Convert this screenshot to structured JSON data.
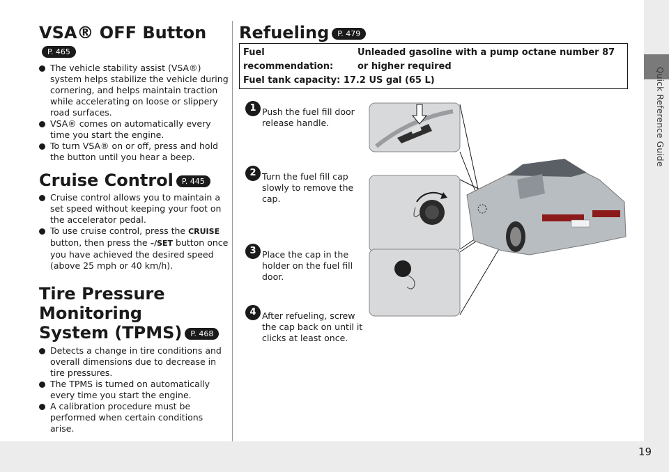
{
  "side_label": "Quick Reference Guide",
  "page_number": "19",
  "sections": {
    "vsa": {
      "title": "VSA® OFF Button",
      "page_ref": "P. 465",
      "bullets": [
        "The vehicle stability assist (VSA®) system helps stabilize the vehicle during cornering, and helps maintain traction while accelerating on loose or slippery road surfaces.",
        "VSA® comes on automatically every time you start the engine.",
        "To turn VSA® on or off, press and hold the button until you hear a beep."
      ]
    },
    "cruise": {
      "title": "Cruise Control",
      "page_ref": "P. 445",
      "bullet1": "Cruise control allows you to maintain a set speed without keeping your foot on the accelerator pedal.",
      "bullet2_pre": "To use cruise control, press the ",
      "bullet2_cruise": "CRUISE",
      "bullet2_mid": " button, then press the ",
      "bullet2_set": "–/SET",
      "bullet2_post": " button once you have achieved the desired speed (above 25 mph or 40 km/h)."
    },
    "tpms": {
      "title_line1": "Tire Pressure Monitoring",
      "title_line2": "System (TPMS)",
      "page_ref": "P. 468",
      "bullets": [
        "Detects a change in tire conditions and overall dimensions due to decrease in tire pressures.",
        "The TPMS is turned on automatically every time you start the engine.",
        "A calibration procedure must be performed when certain conditions arise."
      ]
    },
    "refueling": {
      "title": "Refueling",
      "page_ref": "P. 479",
      "fuel_recommendation_label": "Fuel recommendation:",
      "fuel_recommendation_value": "Unleaded gasoline with a pump octane number 87 or higher required",
      "fuel_tank_label": "Fuel tank capacity:",
      "fuel_tank_value": "17.2 US gal (65 L)",
      "steps": [
        {
          "num": "1",
          "text": "Push the fuel fill door release handle."
        },
        {
          "num": "2",
          "text": "Turn the fuel fill cap slowly to remove the cap."
        },
        {
          "num": "3",
          "text": "Place the cap in the holder on the fuel fill door."
        },
        {
          "num": "4",
          "text": "After refueling, screw the cap back on until it clicks at least once."
        }
      ]
    }
  },
  "colors": {
    "text": "#1a1a1a",
    "band": "#ececec",
    "tab": "#7a7a7a"
  }
}
